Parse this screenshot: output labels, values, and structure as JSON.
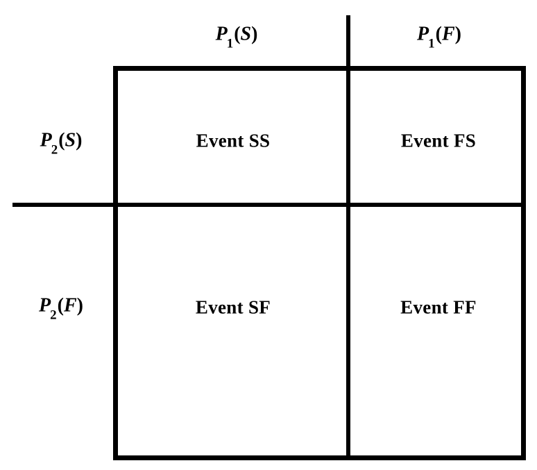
{
  "diagram": {
    "type": "two-by-two-event-grid",
    "title_visible": false,
    "colors": {
      "line": "#000000",
      "background": "#ffffff",
      "text": "#000000"
    },
    "column_axis": {
      "name": "trial-1-outcome",
      "labels": [
        {
          "id": "p1s",
          "text_symbol": "P",
          "subscript": "1",
          "argument": "S",
          "full": "P1(S)"
        },
        {
          "id": "p1f",
          "text_symbol": "P",
          "subscript": "1",
          "argument": "F",
          "full": "P1(F)"
        }
      ]
    },
    "row_axis": {
      "name": "trial-2-outcome",
      "labels": [
        {
          "id": "p2s",
          "text_symbol": "P",
          "subscript": "2",
          "argument": "S",
          "full": "P2(S)"
        },
        {
          "id": "p2f",
          "text_symbol": "P",
          "subscript": "2",
          "argument": "F",
          "full": "P2(F)"
        }
      ]
    },
    "cells": [
      {
        "id": "ss",
        "row": "P2(S)",
        "column": "P1(S)",
        "label": "Event SS"
      },
      {
        "id": "fs",
        "row": "P2(S)",
        "column": "P1(F)",
        "label": "Event FS"
      },
      {
        "id": "sf",
        "row": "P2(F)",
        "column": "P1(S)",
        "label": "Event SF"
      },
      {
        "id": "ff",
        "row": "P2(F)",
        "column": "P1(F)",
        "label": "Event FF"
      }
    ]
  }
}
